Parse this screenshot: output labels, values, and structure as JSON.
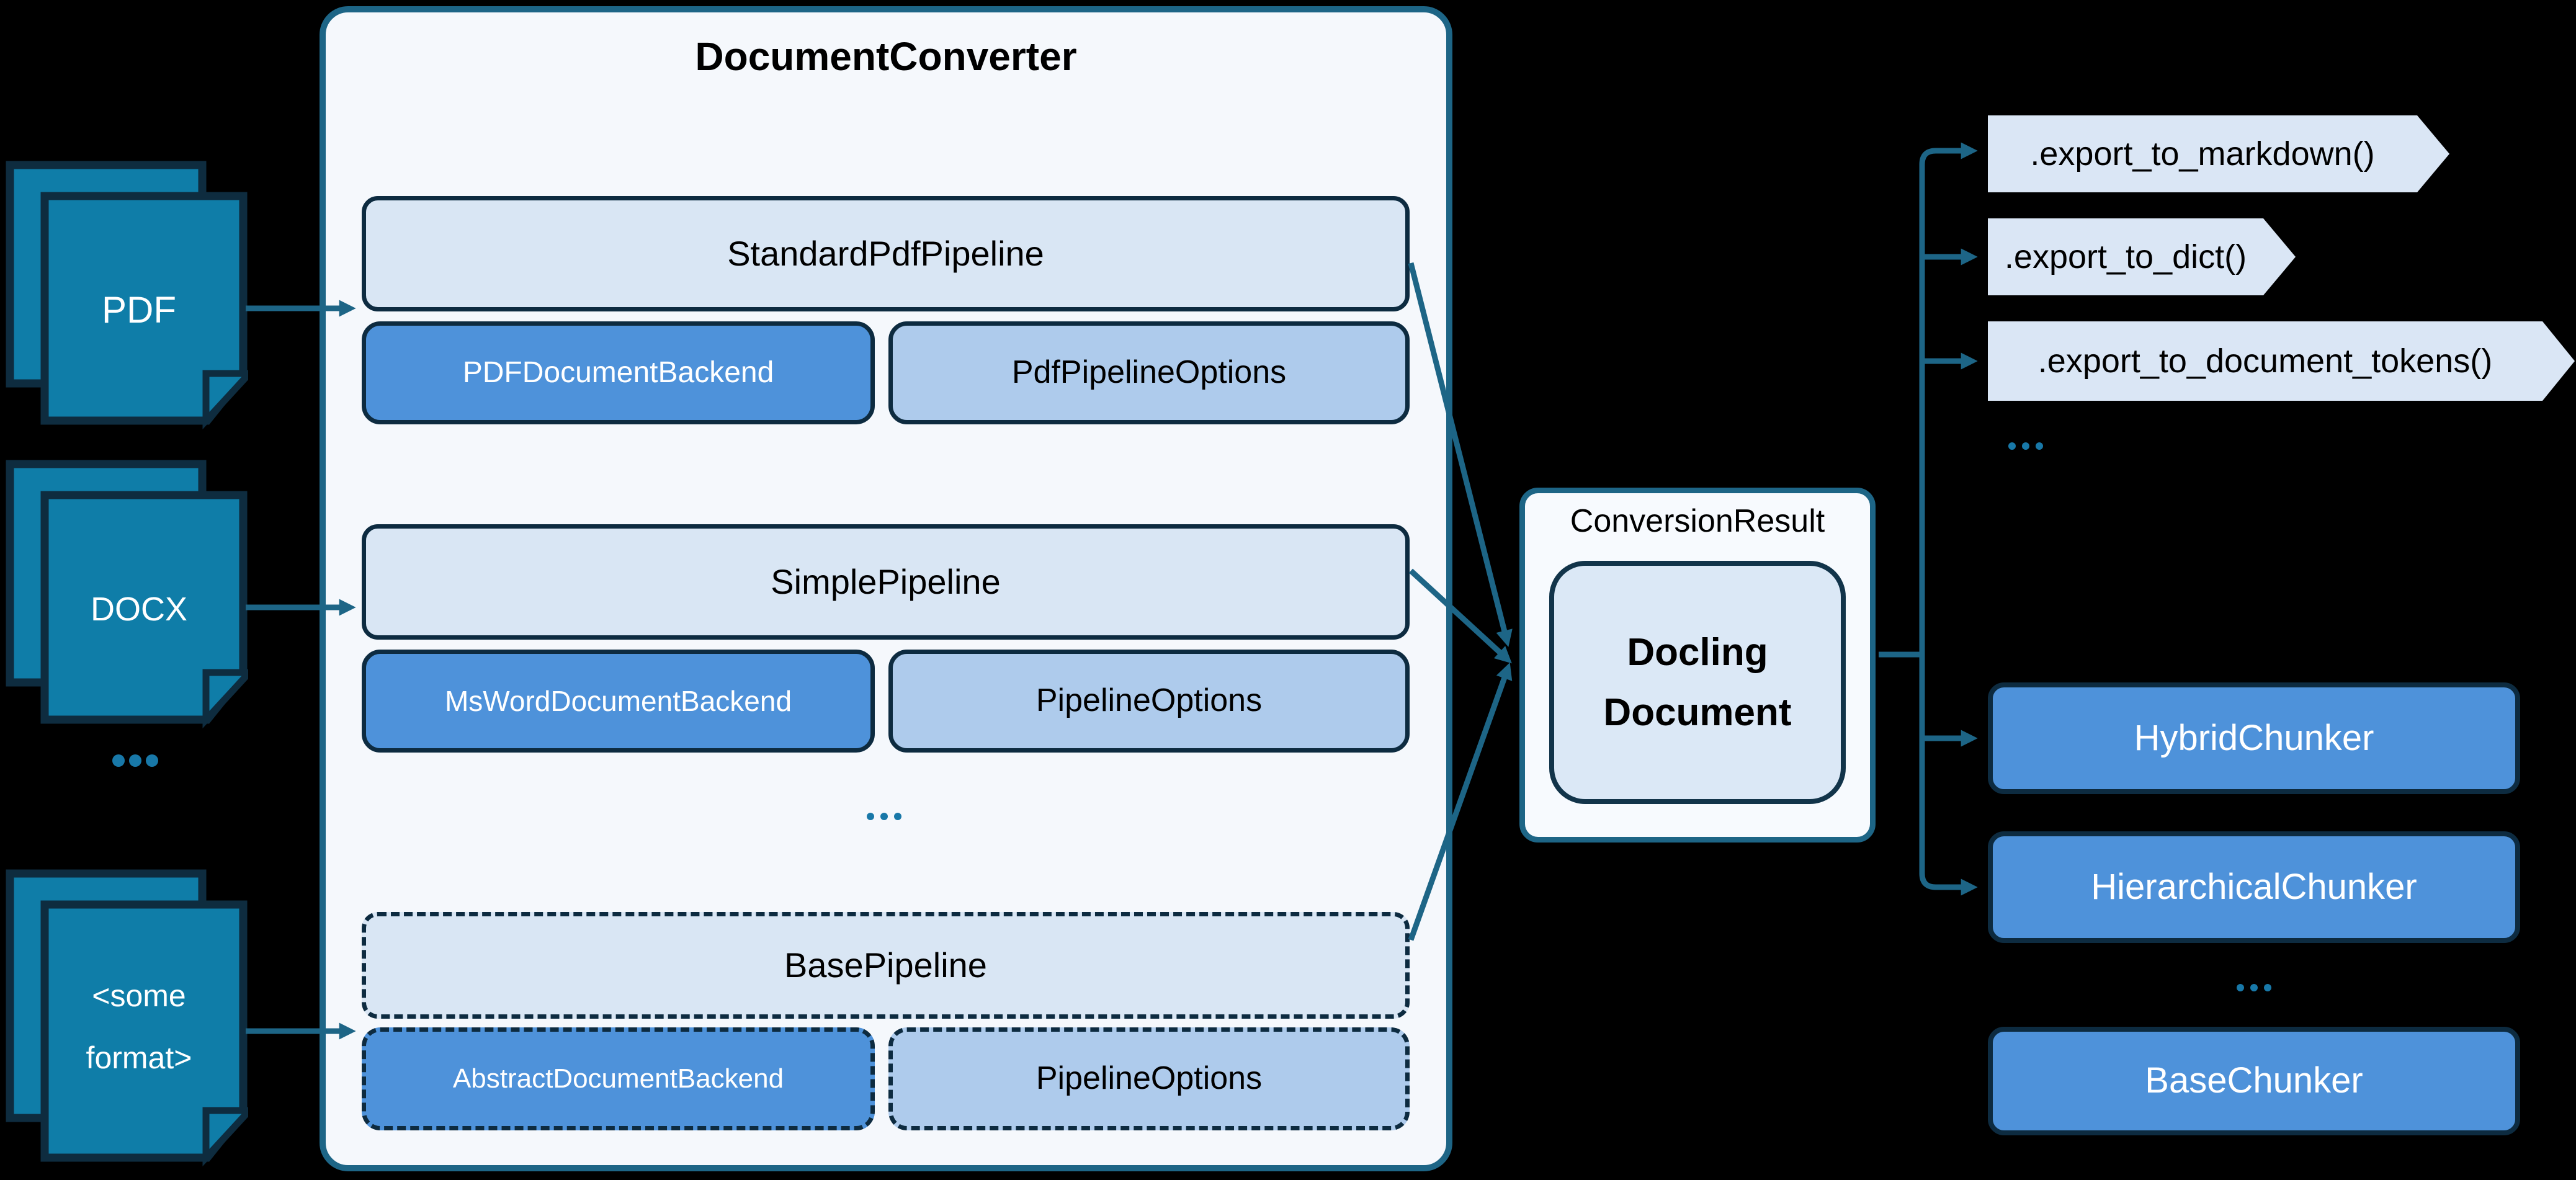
{
  "colors": {
    "background": "#000000",
    "accent_teal": "#1d6586",
    "document_fill": "#0f7da8",
    "dark_border": "#0d2b40",
    "light_box": "#d9e6f4",
    "backend_blue": "#4e92da",
    "options_blue": "#aecbec",
    "converter_bg": "#f5f8fc",
    "export_fill": "#dae6f5",
    "dot_teal": "#1878a8"
  },
  "inputs": {
    "pdf": {
      "label": "PDF"
    },
    "docx": {
      "label": "DOCX"
    },
    "other": {
      "label_line1": "<some",
      "label_line2": "format>"
    }
  },
  "converter": {
    "title": "DocumentConverter",
    "pipelines": [
      {
        "name": "StandardPdfPipeline",
        "backend": "PDFDocumentBackend",
        "options": "PdfPipelineOptions",
        "style": "solid"
      },
      {
        "name": "SimplePipeline",
        "backend": "MsWordDocumentBackend",
        "options": "PipelineOptions",
        "style": "solid"
      },
      {
        "name": "BasePipeline",
        "backend": "AbstractDocumentBackend",
        "options": "PipelineOptions",
        "style": "dashed"
      }
    ]
  },
  "result": {
    "label": "ConversionResult",
    "document": {
      "line1": "Docling",
      "line2": "Document"
    }
  },
  "exports": {
    "items": [
      ".export_to_markdown()",
      ".export_to_dict()",
      ".export_to_document_tokens()"
    ]
  },
  "chunkers": {
    "items": [
      {
        "label": "HybridChunker",
        "style": "solid"
      },
      {
        "label": "HierarchicalChunker",
        "style": "solid"
      },
      {
        "label": "BaseChunker",
        "style": "dashed"
      }
    ]
  },
  "icons": {
    "ellipsis": "three-dots",
    "document": "stacked-pages-with-folded-corner",
    "arrow": "teal-arrow"
  }
}
